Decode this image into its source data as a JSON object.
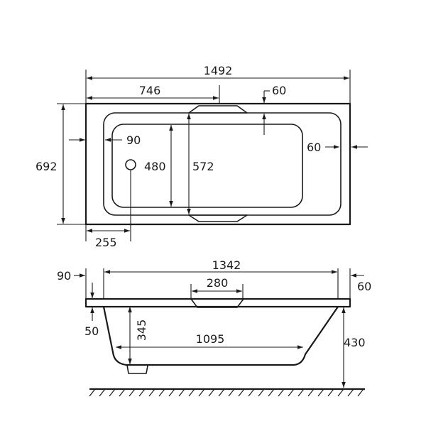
{
  "plan_view": {
    "overall_length": "1492",
    "half_length": "746",
    "rim_end": "60",
    "rim_side_right": "60",
    "rim_side_left": "90",
    "overall_width": "692",
    "inner_width": "480",
    "width_at_grips": "572",
    "waste_offset": "255"
  },
  "side_view": {
    "rim_left": "90",
    "inner_length": "1342",
    "rim_right": "60",
    "grip_width": "280",
    "rim_thickness": "50",
    "depth": "345",
    "base_length": "1095",
    "height": "430"
  }
}
